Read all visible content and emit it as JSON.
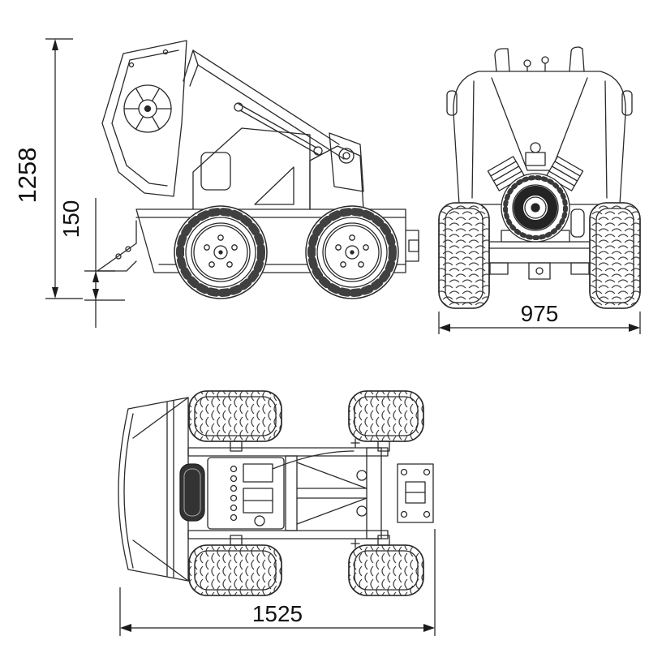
{
  "colors": {
    "line": "#2a2a2a",
    "text": "#111111",
    "background": "#ffffff"
  },
  "dimensions": {
    "overall_height": "1258",
    "ground_clearance": "150",
    "overall_width": "975",
    "overall_length": "1525"
  }
}
